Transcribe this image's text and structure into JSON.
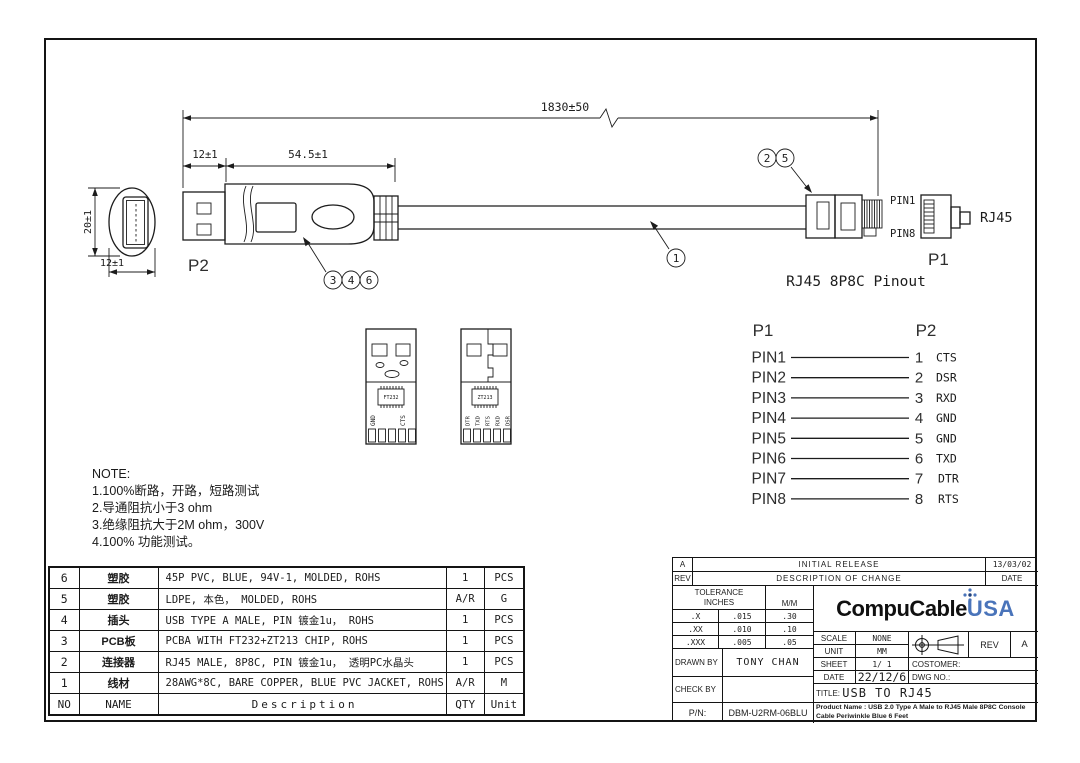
{
  "colors": {
    "line": "#1c1c1c",
    "logo_blue": "#4a74ba"
  },
  "diagram": {
    "dim_cable_length": "1830±50",
    "dim_usb_shell": "12±1",
    "dim_overmold": "54.5±1",
    "dim_front_height": "20±1",
    "dim_front_width": "12±1",
    "label_p2": "P2",
    "label_p1": "P1",
    "label_rj45": "RJ45",
    "label_pin1": "PIN1",
    "label_pin8": "PIN8",
    "caption_pinout": "RJ45 8P8C Pinout",
    "callouts": {
      "c1": "1",
      "c2": "2",
      "c3": "3",
      "c4": "4",
      "c5": "5",
      "c6": "6"
    },
    "pcb1": {
      "chip": "FT232",
      "pin_labels": [
        "GND",
        "CTS"
      ]
    },
    "pcb2": {
      "chip": "ZT213",
      "pin_labels": [
        "DTR",
        "TXD",
        "RTS",
        "RXD",
        "DSR"
      ]
    }
  },
  "pinout": {
    "header_left": "P1",
    "header_right": "P2",
    "rows": [
      {
        "pin": "PIN1",
        "num": "1",
        "signal": "CTS"
      },
      {
        "pin": "PIN2",
        "num": "2",
        "signal": "DSR"
      },
      {
        "pin": "PIN3",
        "num": "3",
        "signal": "RXD"
      },
      {
        "pin": "PIN4",
        "num": "4",
        "signal": "GND"
      },
      {
        "pin": "PIN5",
        "num": "5",
        "signal": "GND"
      },
      {
        "pin": "PIN6",
        "num": "6",
        "signal": "TXD"
      },
      {
        "pin": "PIN7",
        "num": "7",
        "signal": "DTR"
      },
      {
        "pin": "PIN8",
        "num": "8",
        "signal": "RTS"
      }
    ]
  },
  "note": {
    "title": "NOTE:",
    "lines": [
      "1.100%断路，开路，短路测试",
      "2.导通阻抗小于3 ohm",
      "3.绝缘阻抗大于2M ohm，300V",
      "4.100% 功能测试。"
    ]
  },
  "bom": {
    "header": {
      "no": "NO",
      "name": "NAME",
      "desc": "Description",
      "qty": "QTY",
      "unit": "Unit"
    },
    "rows": [
      {
        "no": "6",
        "name": "塑胶",
        "desc": "45P PVC, BLUE, 94V-1, MOLDED, ROHS",
        "qty": "1",
        "unit": "PCS"
      },
      {
        "no": "5",
        "name": "塑胶",
        "desc": "LDPE, 本色， MOLDED, ROHS",
        "qty": "A/R",
        "unit": "G"
      },
      {
        "no": "4",
        "name": "插头",
        "desc": "USB TYPE A MALE, PIN 镀金1u， ROHS",
        "qty": "1",
        "unit": "PCS"
      },
      {
        "no": "3",
        "name": "PCB板",
        "desc": "PCBA WITH FT232+ZT213 CHIP, ROHS",
        "qty": "1",
        "unit": "PCS"
      },
      {
        "no": "2",
        "name": "连接器",
        "desc": "RJ45 MALE, 8P8C, PIN 镀金1u， 透明PC水晶头",
        "qty": "1",
        "unit": "PCS"
      },
      {
        "no": "1",
        "name": "线材",
        "desc": "28AWG*8C, BARE COPPER, BLUE PVC JACKET, ROHS",
        "qty": "A/R",
        "unit": "M"
      }
    ]
  },
  "titleblock": {
    "rev_entry": {
      "rev": "A",
      "desc": "INITIAL RELEASE",
      "date": "13/03/02"
    },
    "rev_header": {
      "rev": "REV",
      "desc": "DESCRIPTION OF CHANGE",
      "date": "DATE"
    },
    "tolerance": {
      "line1": "TOLERANCE",
      "line2": "INCHES",
      "mm": "M/M",
      "rows": [
        {
          "p": ".X",
          "inches": ".015",
          "mm": ".30"
        },
        {
          "p": ".XX",
          "inches": ".010",
          "mm": ".10"
        },
        {
          "p": ".XXX",
          "inches": ".005",
          "mm": ".05"
        }
      ]
    },
    "drawn_by_label": "DRAWN BY",
    "drawn_by": "TONY CHAN",
    "check_by_label": "CHECK BY",
    "check_by": "",
    "pn_label": "P/N:",
    "pn": "DBM-U2RM-06BLU",
    "logo_text_black": "CompuCable",
    "logo_text_blue": "USA",
    "scale_label": "SCALE",
    "scale": "NONE",
    "unit_label": "UNIT",
    "unit": "MM",
    "sheet_label": "SHEET",
    "sheet": "1/ 1",
    "date_label": "DATE",
    "date": "22/12/6",
    "rev_label": "REV",
    "rev": "A",
    "customer_label": "COSTOMER:",
    "dwg_label": "DWG NO.:",
    "title_label": "TITLE:",
    "title": "USB TO RJ45",
    "product_name": "Product Name : USB 2.0 Type A Male to RJ45 Male 8P8C Console Cable Periwinkle Blue 6 Feet"
  }
}
